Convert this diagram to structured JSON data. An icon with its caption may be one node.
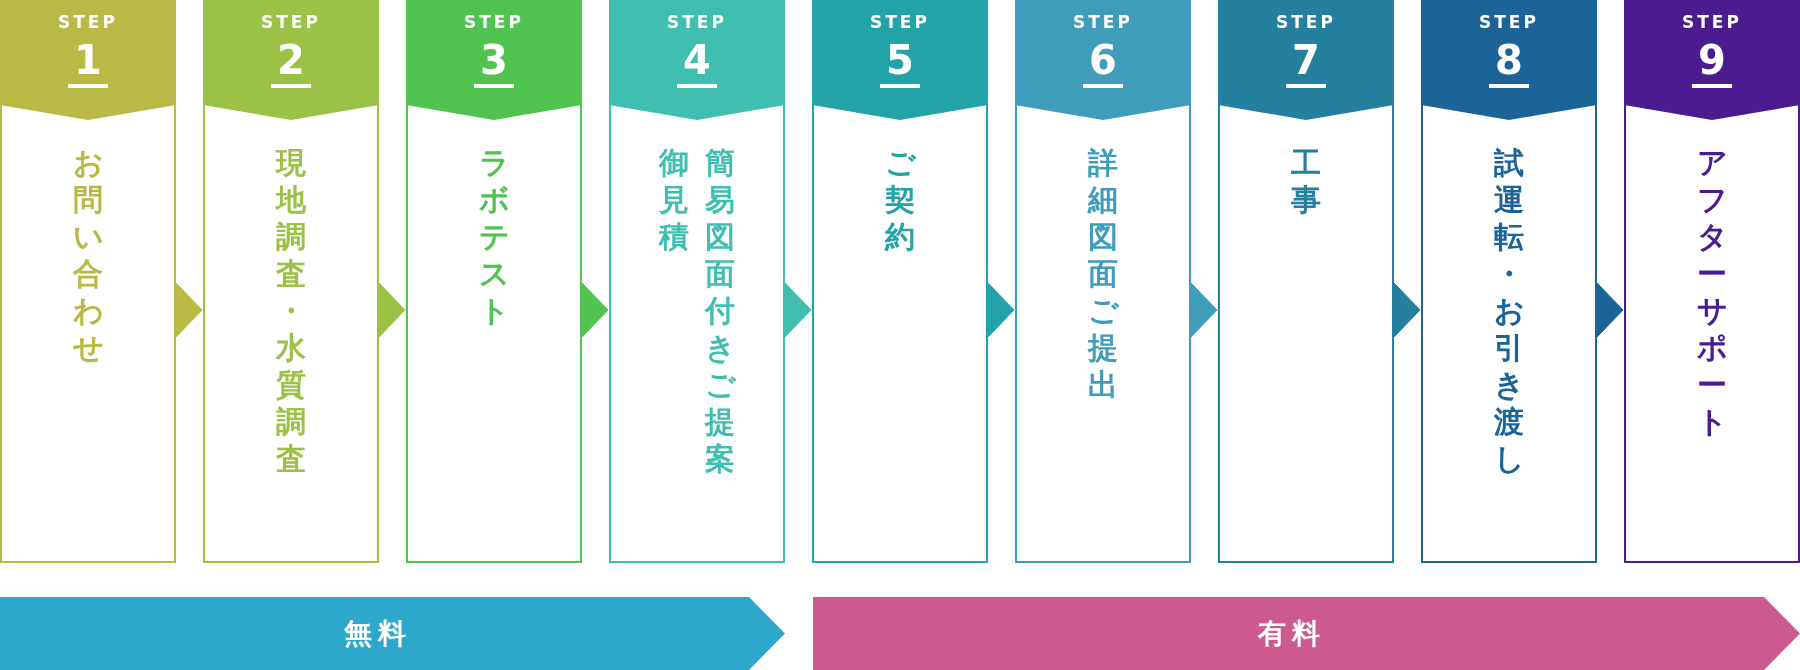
{
  "diagram": {
    "nodes": [
      {
        "text": [
          "STEP",
          "1",
          "お問い合わせ"
        ]
      },
      {
        "text": [
          "STEP",
          "2",
          "現地調査・水質調査"
        ]
      },
      {
        "text": [
          "STEP",
          "3",
          "ラボテスト"
        ]
      },
      {
        "text": [
          "STEP",
          "4",
          "簡易図面付きご提案",
          "御見積"
        ]
      },
      {
        "text": [
          "STEP",
          "5",
          "ご契約"
        ]
      },
      {
        "text": [
          "STEP",
          "6",
          "詳細図面ご提出"
        ]
      },
      {
        "text": [
          "STEP",
          "7",
          "工事"
        ]
      },
      {
        "text": [
          "STEP",
          "8",
          "試運転・お引き渡し"
        ]
      },
      {
        "text": [
          "STEP",
          "9",
          "アフターサポート"
        ]
      },
      {
        "text": [
          "無料"
        ]
      },
      {
        "text": [
          "有料"
        ]
      }
    ],
    "edges": [
      {
        "from": 0,
        "to": 1,
        "arrow": "to",
        "color": "#b9b946"
      },
      {
        "from": 1,
        "to": 2,
        "arrow": "to",
        "color": "#9bc246"
      },
      {
        "from": 2,
        "to": 3,
        "arrow": "to",
        "color": "#50c350"
      },
      {
        "from": 3,
        "to": 4,
        "arrow": "to",
        "color": "#40bfb0"
      },
      {
        "from": 4,
        "to": 5,
        "arrow": "to",
        "color": "#22a3a8"
      },
      {
        "from": 5,
        "to": 6,
        "arrow": "to",
        "color": "#3f9cba"
      },
      {
        "from": 6,
        "to": 7,
        "arrow": "to",
        "color": "#25809f"
      },
      {
        "from": 7,
        "to": 8,
        "arrow": "to",
        "color": "#1c6498"
      }
    ]
  }
}
